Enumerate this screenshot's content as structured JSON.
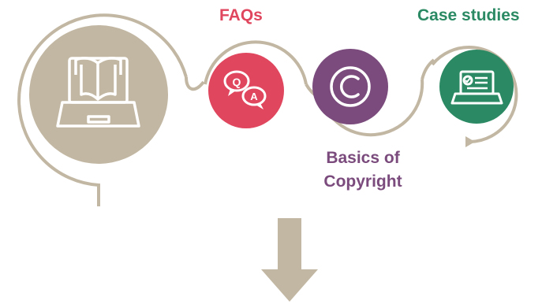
{
  "nodes": {
    "faqs": {
      "label": "FAQs",
      "icon": "qa-speech-bubbles-icon",
      "color": "#e0475f"
    },
    "basics": {
      "label_line1": "Basics of",
      "label_line2": "Copyright",
      "icon": "copyright-icon",
      "color": "#7a4b7c"
    },
    "case_studies": {
      "label": "Case studies",
      "icon": "laptop-icon",
      "color": "#2b8a63"
    },
    "main": {
      "icon": "open-book-laptop-icon",
      "color": "#c2b7a2"
    }
  },
  "arrow": {
    "icon": "down-arrow-icon",
    "color": "#c2b7a2"
  }
}
